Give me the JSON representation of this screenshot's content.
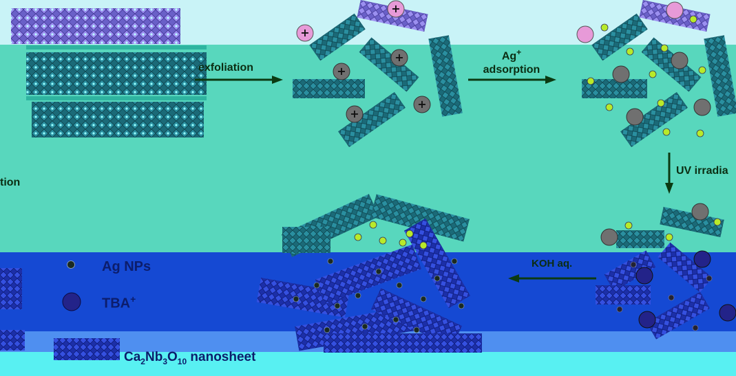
{
  "colors": {
    "top_band": "#c9f3f7",
    "mid_band": "#58d7bd",
    "bottom_band": "#1549d3",
    "bottom_strip": "#4f8ff0",
    "footer_band": "#58f0f2",
    "sheet_teal": "#1f7c86",
    "sheet_blue": "#2438c8",
    "sheet_purple": "#7b70d6",
    "tba_pink": "#e79ad8",
    "tba_gray": "#707070",
    "ag_green": "#b8ea2a",
    "arrow": "#0b3a12"
  },
  "steps": {
    "exfoliation": "exfoliation",
    "ag_adsorption_line1": "Ag",
    "ag_adsorption_sup": "+",
    "ag_adsorption_line2": "adsorption",
    "uv": "UV irradia",
    "koh": "KOH aq.",
    "left_partial": "tion"
  },
  "legend": {
    "ag": "Ag NPs",
    "tba": "TBA",
    "tba_sup": "+",
    "nanosheet_pre": "Ca",
    "nanosheet_sub1": "2",
    "nanosheet_mid": "Nb",
    "nanosheet_sub2": "3",
    "nanosheet_o": "O",
    "nanosheet_sub3": "10",
    "nanosheet_post": " nanosheet"
  }
}
